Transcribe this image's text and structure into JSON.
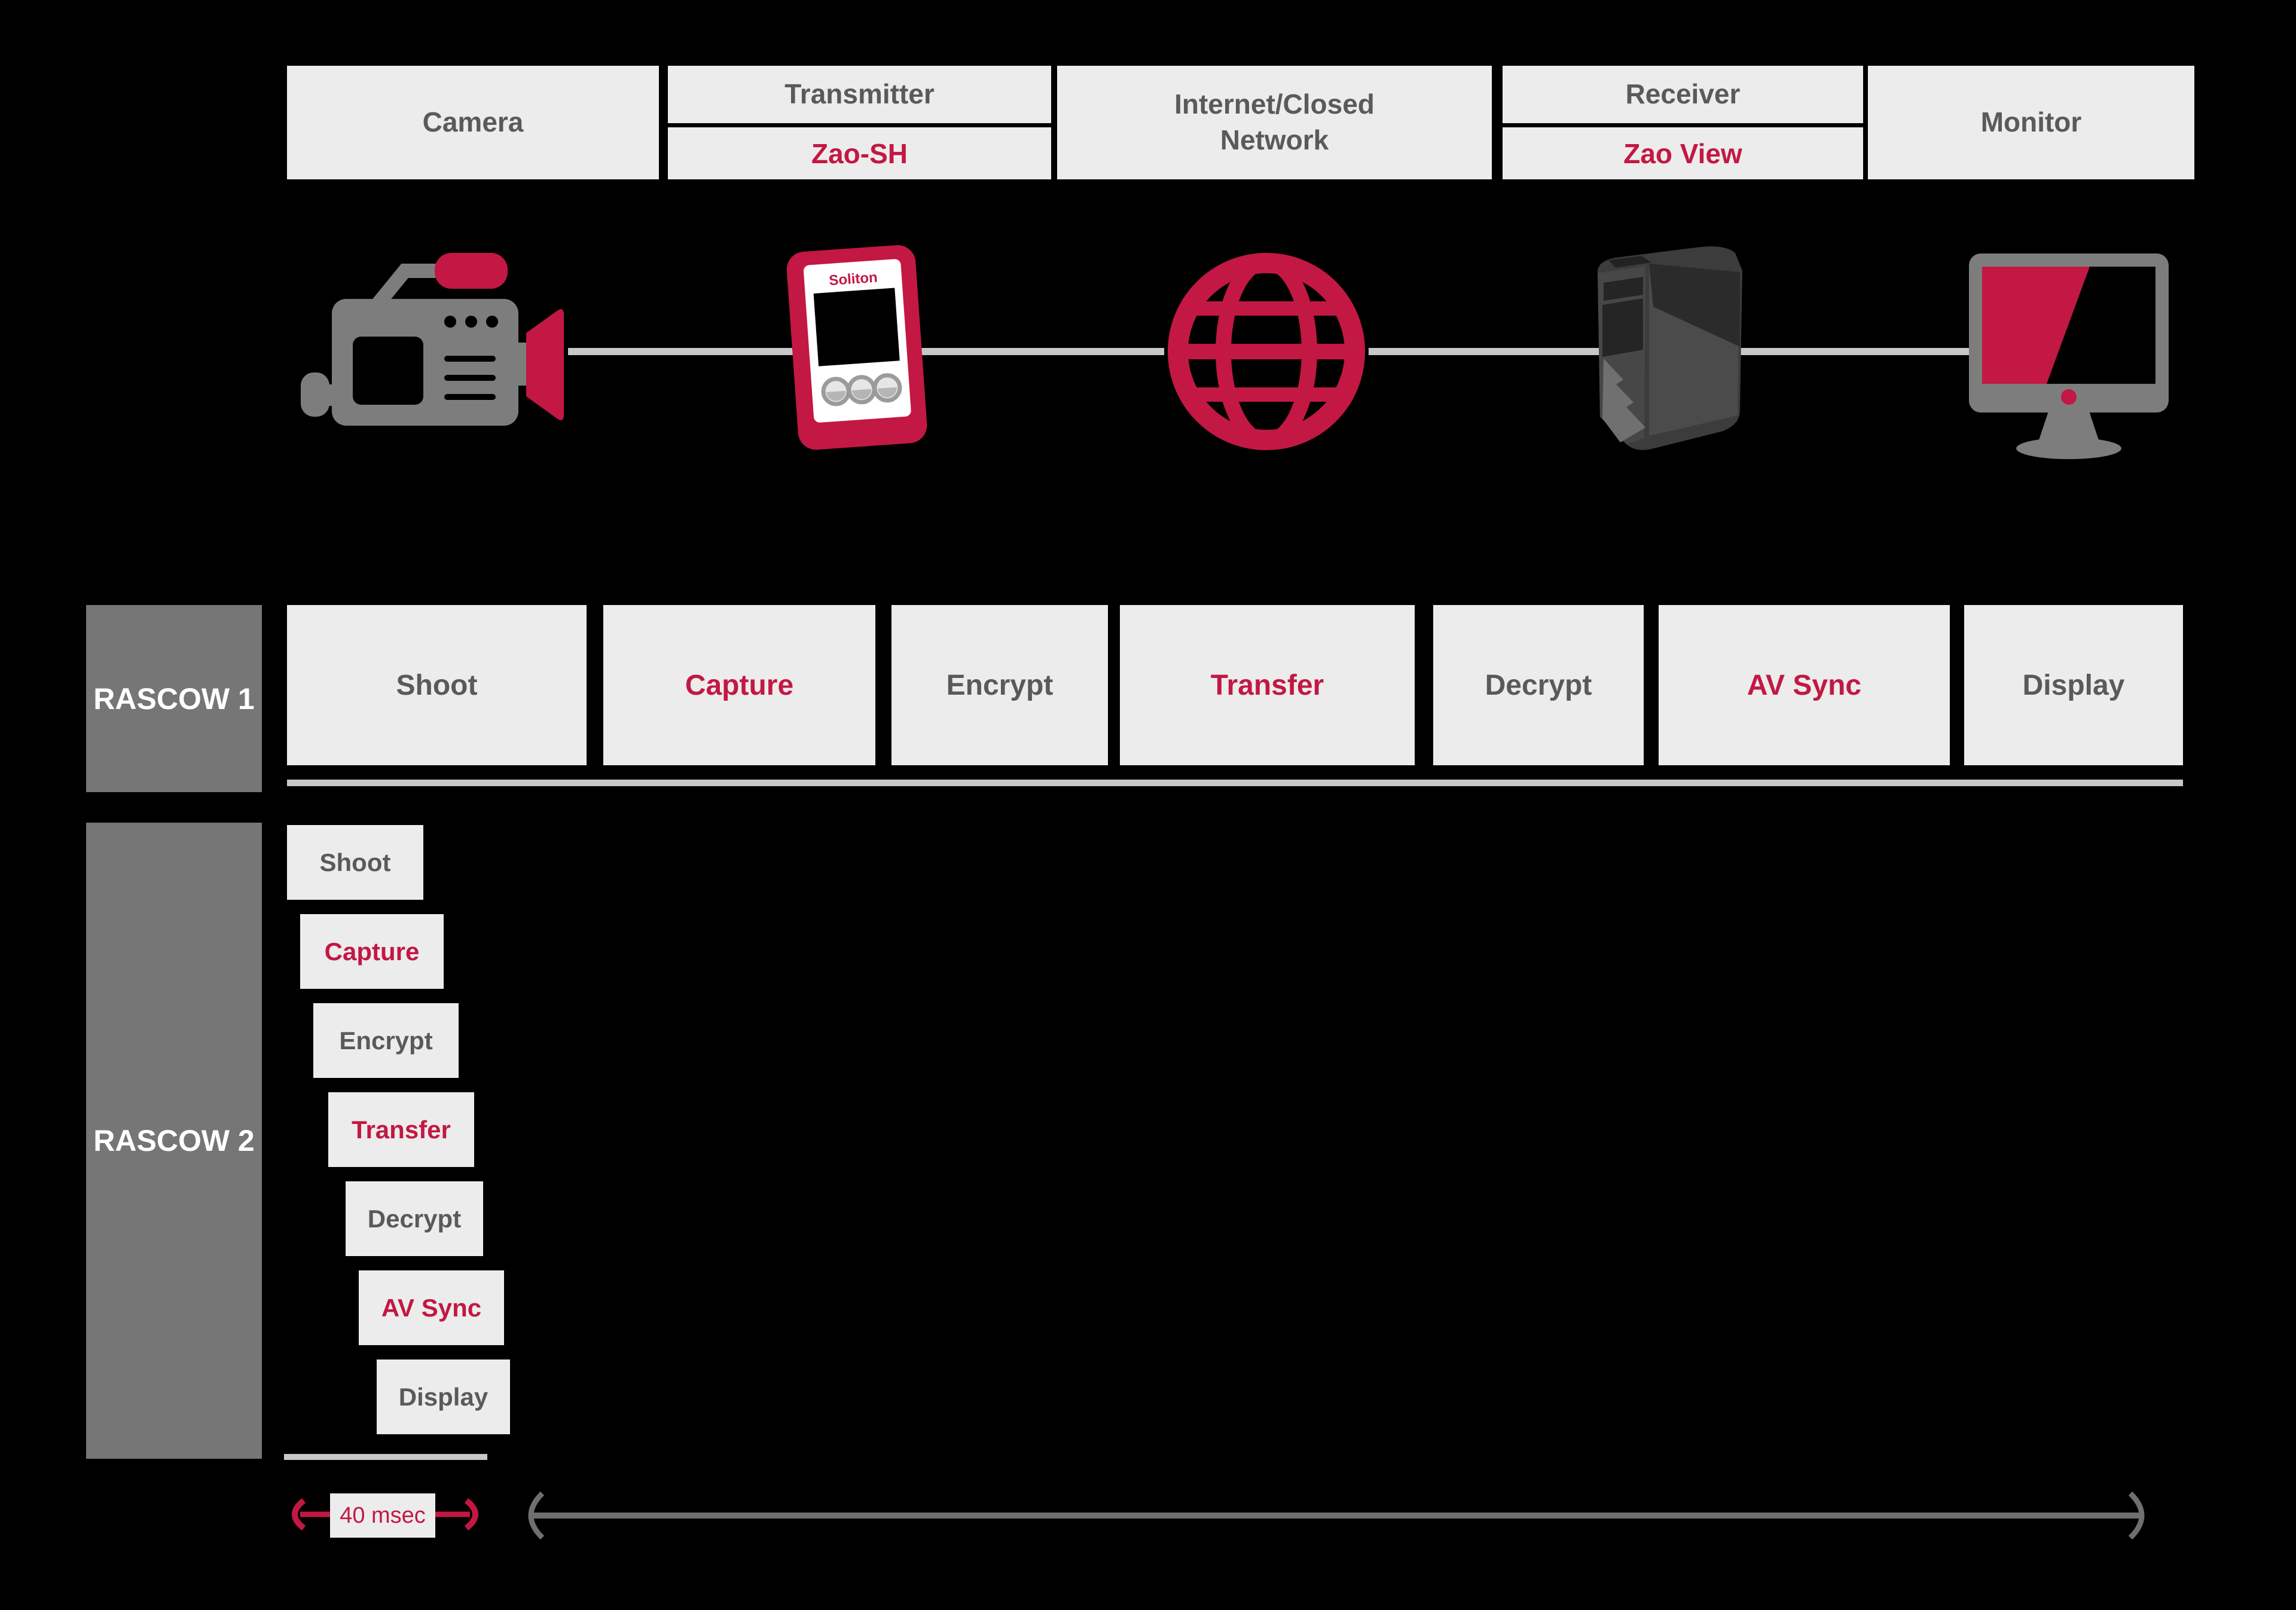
{
  "colors": {
    "background": "#000000",
    "accent": "#c21843",
    "text_gray": "#5a5a5a",
    "stage_box_bg": "#ececec",
    "rascow_label_bg": "#767676",
    "rascow_label_text": "#ffffff",
    "connector_gray": "#c8c8c8",
    "arrow_gray": "#6f6f6f",
    "icon_gray": "#7d7d7d"
  },
  "header": {
    "columns": [
      {
        "title": "Camera"
      },
      {
        "title": "Transmitter",
        "subtitle": "Zao-SH"
      },
      {
        "title": "Internet/Closed Network"
      },
      {
        "title": "Receiver",
        "subtitle": "Zao View"
      },
      {
        "title": "Monitor"
      }
    ]
  },
  "device": {
    "logo": "Soliton"
  },
  "rascow1": {
    "label": "RASCOW 1",
    "stages": [
      {
        "label": "Shoot",
        "accent": false
      },
      {
        "label": "Capture",
        "accent": true
      },
      {
        "label": "Encrypt",
        "accent": false
      },
      {
        "label": "Transfer",
        "accent": true
      },
      {
        "label": "Decrypt",
        "accent": false
      },
      {
        "label": "AV Sync",
        "accent": true
      },
      {
        "label": "Display",
        "accent": false
      }
    ]
  },
  "rascow2": {
    "label": "RASCOW 2",
    "stages": [
      {
        "label": "Shoot",
        "accent": false
      },
      {
        "label": "Capture",
        "accent": true
      },
      {
        "label": "Encrypt",
        "accent": false
      },
      {
        "label": "Transfer",
        "accent": true
      },
      {
        "label": "Decrypt",
        "accent": false
      },
      {
        "label": "AV Sync",
        "accent": true
      },
      {
        "label": "Display",
        "accent": false
      }
    ]
  },
  "timing": {
    "duration_label": "40 msec"
  }
}
